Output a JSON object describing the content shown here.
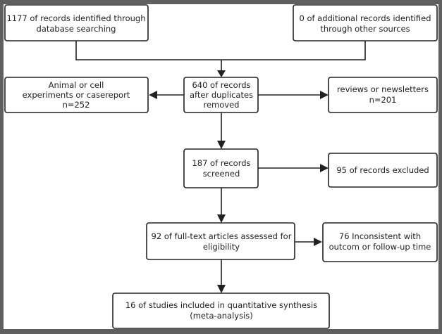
{
  "diagram": {
    "type": "flowchart",
    "boxes": {
      "database": [
        "1177 of records identified through",
        "database searching"
      ],
      "additional": [
        "0 of additional records identified",
        "through other sources"
      ],
      "after_duplicates": [
        "640 of records",
        "after duplicates",
        "removed"
      ],
      "animal": [
        "Animal or cell",
        "experiments or casereport",
        "n=252"
      ],
      "reviews": [
        "reviews or newsletters",
        "n=201"
      ],
      "screened": [
        "187 of records",
        "screened"
      ],
      "excluded": [
        "95 of records excluded"
      ],
      "fulltext": [
        "92 of full-text articles assessed for",
        "eligibility"
      ],
      "inconsistent": [
        "76 Inconsistent with",
        "outcom or follow-up time"
      ],
      "included": [
        "16 of studies included in quantitative synthesis",
        "(meta-analysis)"
      ]
    },
    "colors": {
      "frame": "#5f5f5f",
      "line": "#222222",
      "box_fill": "#ffffff"
    }
  }
}
